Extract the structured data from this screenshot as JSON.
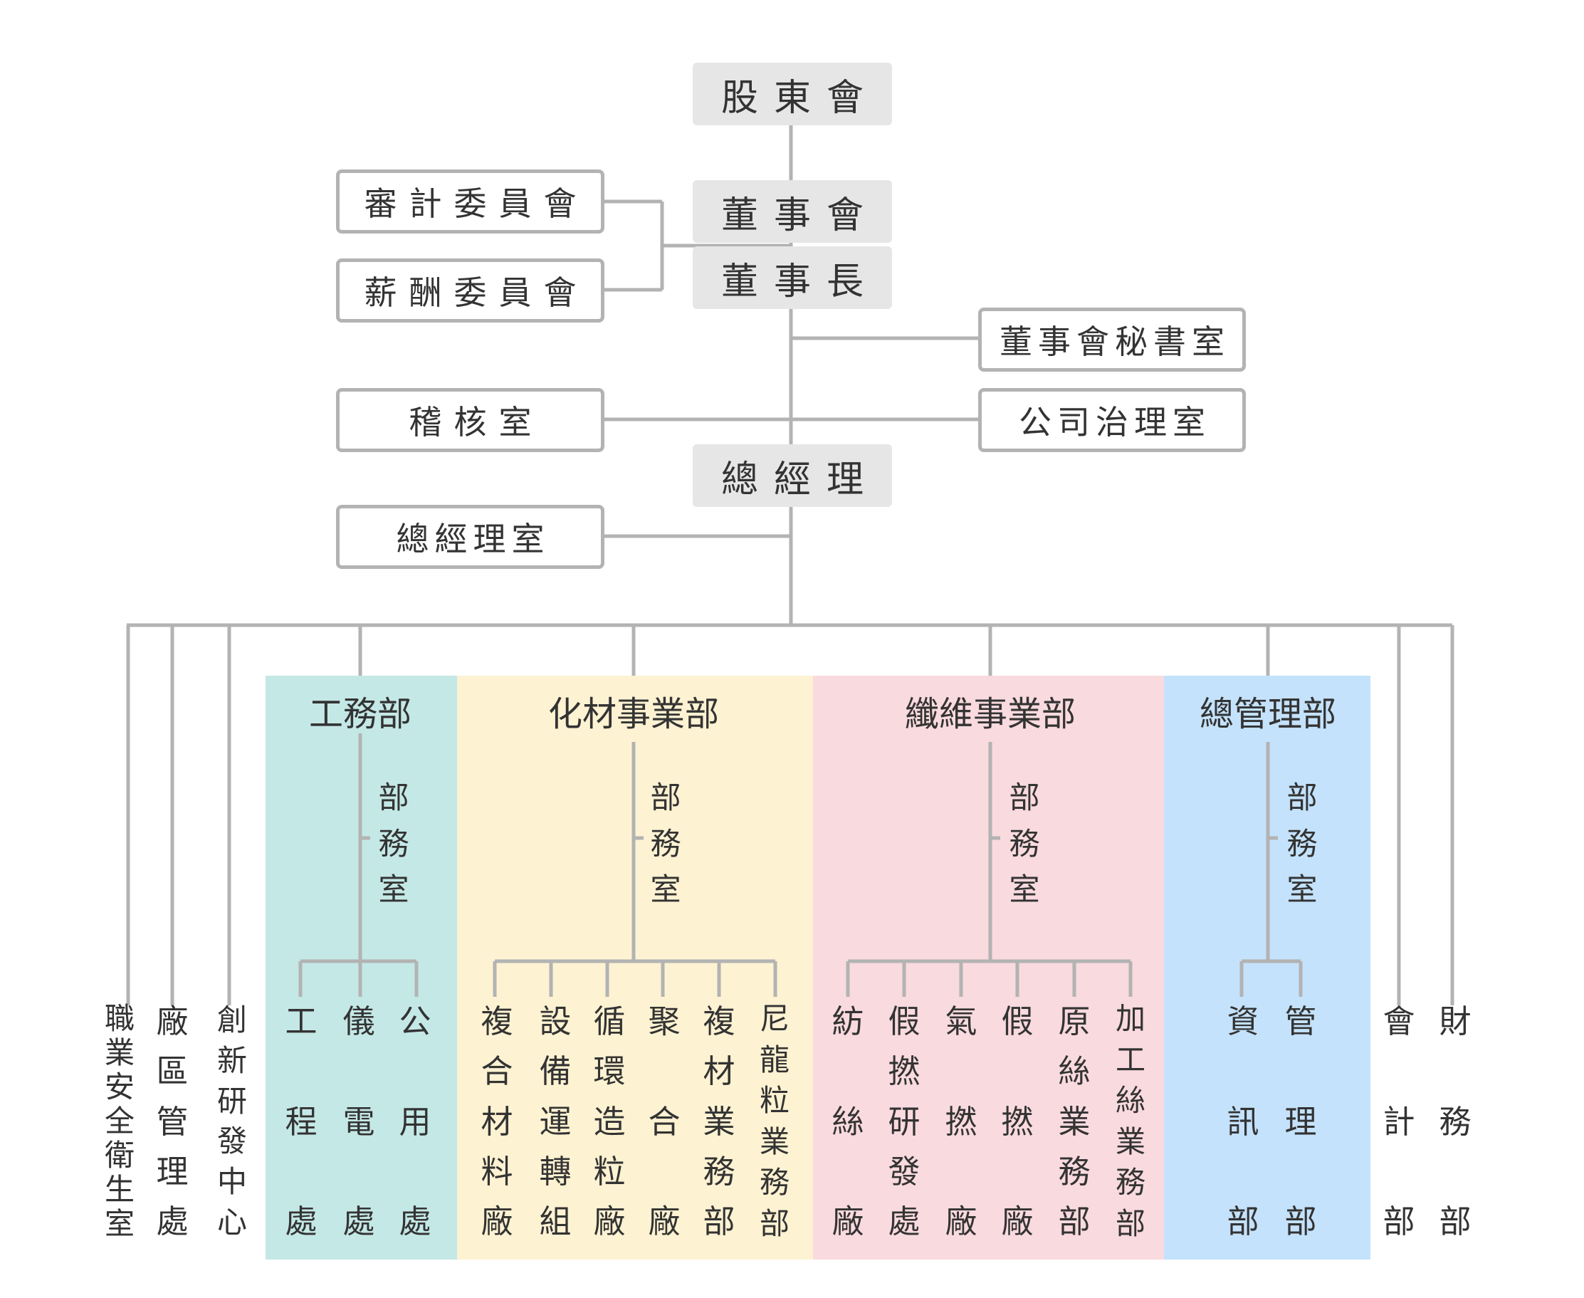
{
  "top": {
    "shareholders": "股東會",
    "board": "董事會",
    "chairman": "董事長",
    "president": "總經理"
  },
  "committees": {
    "audit": "審計委員會",
    "compensation": "薪酬委員會"
  },
  "side_units": {
    "board_secretariat": "董事會秘書室",
    "internal_audit": "稽核室",
    "corporate_governance": "公司治理室",
    "president_office": "總經理室"
  },
  "standalone": {
    "left": [
      "職業安全衛生室",
      "廠區管理處",
      "創新研發中心"
    ],
    "right": [
      "會計部",
      "財務部"
    ]
  },
  "divisions": [
    {
      "name": "工務部",
      "office": "部務室",
      "color": "#c4e8e6",
      "units": [
        "工程處",
        "儀電處",
        "公用處"
      ]
    },
    {
      "name": "化材事業部",
      "office": "部務室",
      "color": "#fdf2d2",
      "units": [
        "複合材料廠",
        "設備運轉組",
        "循環造粒廠",
        "聚合廠",
        "複材業務部",
        "尼龍粒業務部"
      ]
    },
    {
      "name": "纖維事業部",
      "office": "部務室",
      "color": "#f9dadf",
      "units": [
        "紡絲廠",
        "假撚研發處",
        "氣撚廠",
        "假撚廠",
        "原絲業務部",
        "加工絲業務部"
      ]
    },
    {
      "name": "總管理部",
      "office": "部務室",
      "color": "#c4e2fb",
      "units": [
        "資訊部",
        "管理部"
      ]
    }
  ],
  "colors": {
    "line": "#b3b3b3",
    "header_box": "#e6e6e6",
    "text": "#333333"
  }
}
